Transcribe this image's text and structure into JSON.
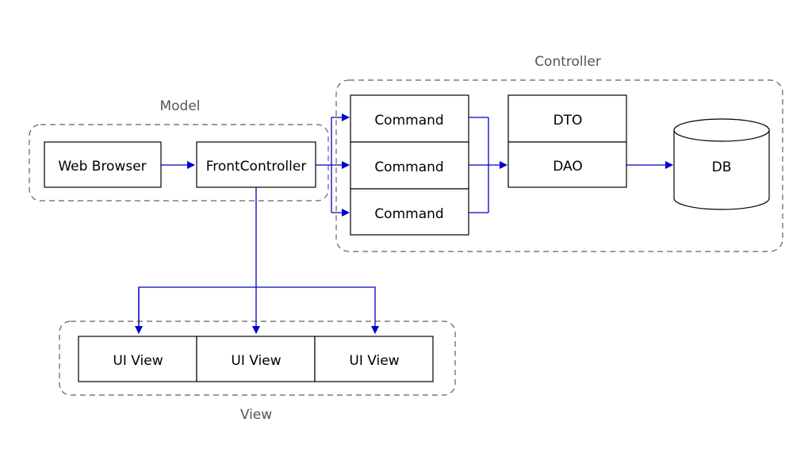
{
  "groups": {
    "model": "Model",
    "controller": "Controller",
    "view": "View"
  },
  "nodes": {
    "web_browser": "Web Browser",
    "front_controller": "FrontController",
    "commands": [
      "Command",
      "Command",
      "Command"
    ],
    "dto": "DTO",
    "dao": "DAO",
    "db": "DB",
    "ui_views": [
      "UI View",
      "UI View",
      "UI View"
    ]
  },
  "colors": {
    "arrow": "#0000CC",
    "box_stroke": "#000000",
    "group_border": "#606060",
    "group_label": "#555555"
  }
}
